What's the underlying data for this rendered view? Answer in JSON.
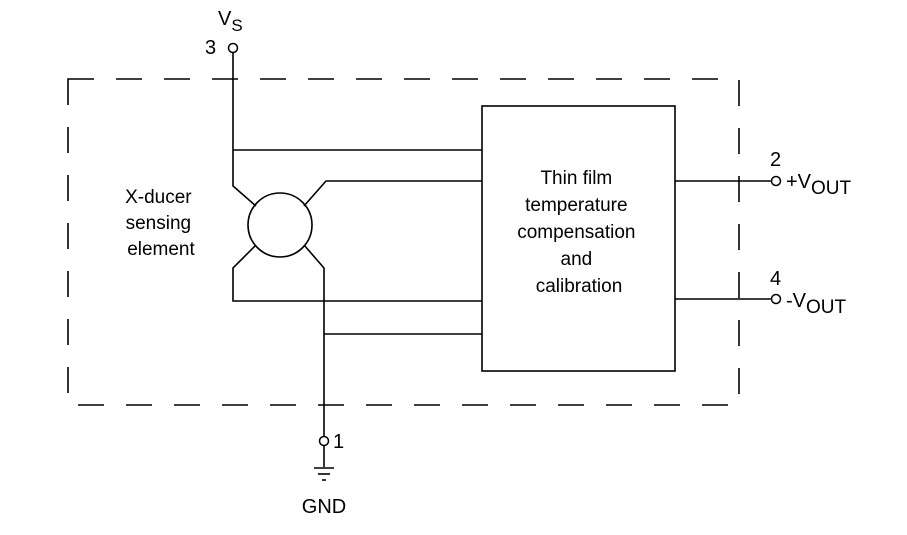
{
  "terminals": {
    "vs": {
      "number": "3",
      "name_main": "V",
      "name_sub": "S"
    },
    "vout_pos": {
      "number": "2",
      "name_main": "+V",
      "name_sub": "OUT"
    },
    "vout_neg": {
      "number": "4",
      "name_main": "-V",
      "name_sub": "OUT"
    },
    "gnd": {
      "number": "1",
      "name": "GND"
    }
  },
  "sensing_element": {
    "label_lines": [
      "X-ducer",
      "sensing",
      "element"
    ]
  },
  "compensation_block": {
    "label_lines": [
      "Thin film",
      "temperature",
      "compensation",
      "and",
      "calibration"
    ]
  }
}
